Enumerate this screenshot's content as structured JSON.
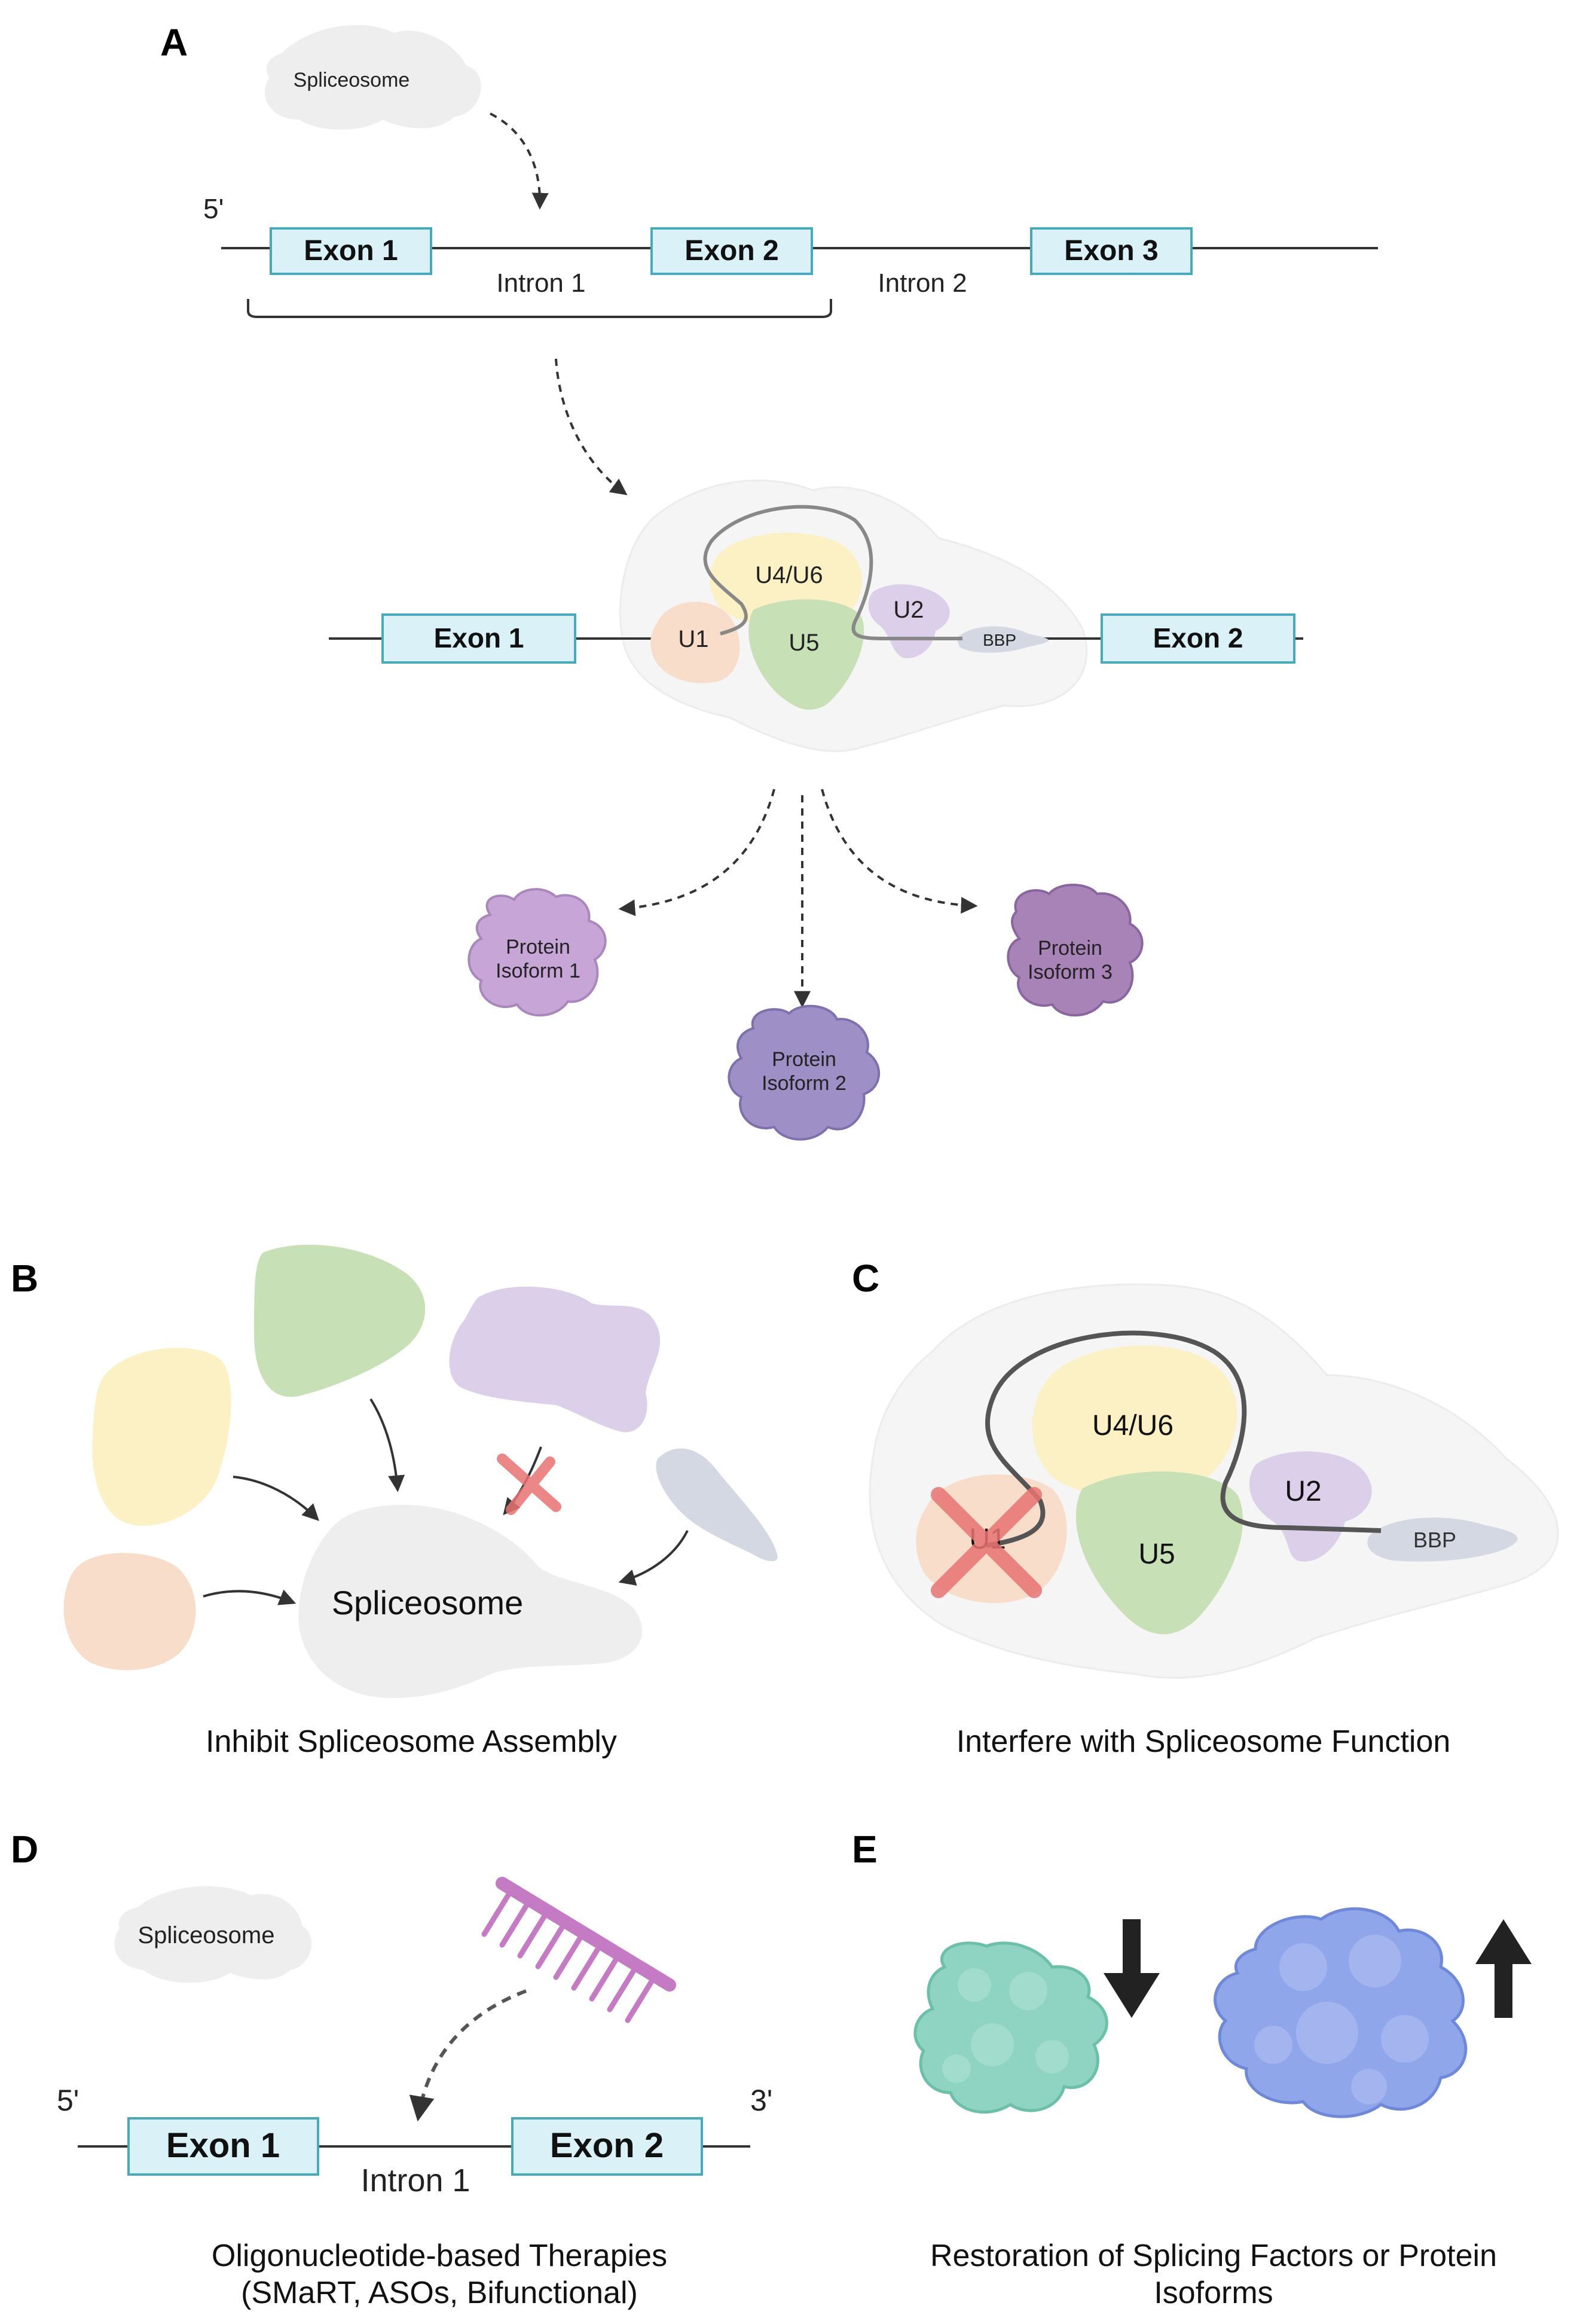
{
  "panels": {
    "a": {
      "letter": "A",
      "cloud_label": "Spliceosome",
      "five_prime": "5'",
      "exons": [
        "Exon 1",
        "Exon 2",
        "Exon 3"
      ],
      "introns": [
        "Intron 1",
        "Intron 2"
      ],
      "complex": {
        "exon_left": "Exon 1",
        "exon_right": "Exon 2",
        "snrnps": [
          "U4/U6",
          "U1",
          "U5",
          "U2",
          "BBP"
        ]
      },
      "isoforms": [
        {
          "line1": "Protein",
          "line2": "Isoform 1"
        },
        {
          "line1": "Protein",
          "line2": "Isoform 2"
        },
        {
          "line1": "Protein",
          "line2": "Isoform 3"
        }
      ]
    },
    "b": {
      "letter": "B",
      "spliceosome_label": "Spliceosome",
      "caption": "Inhibit Spliceosome Assembly"
    },
    "c": {
      "letter": "C",
      "snrnps": [
        "U4/U6",
        "U1",
        "U5",
        "U2",
        "BBP"
      ],
      "caption": "Interfere with Spliceosome Function"
    },
    "d": {
      "letter": "D",
      "cloud_label": "Spliceosome",
      "five_prime": "5'",
      "three_prime": "3'",
      "exons": [
        "Exon 1",
        "Exon 2"
      ],
      "intron": "Intron 1",
      "caption_line1": "Oligonucleotide-based Therapies",
      "caption_line2": "(SMaRT,  ASOs, Bifunctional)"
    },
    "e": {
      "letter": "E",
      "caption_line1": "Restoration of Splicing Factors or Protein",
      "caption_line2": "Isoforms"
    }
  },
  "colors": {
    "exon_fill": "#d9f1f7",
    "exon_stroke": "#4aa9b8",
    "cloud": "#eeeeee",
    "u1": "#f8ddcb",
    "u4u6": "#fbf1c4",
    "u5": "#c8e0b6",
    "u2": "#dccfe9",
    "bbp": "#d3d8e2",
    "isoform1": "#c7a6d7",
    "isoform2": "#9e8fc6",
    "isoform3": "#a883b8",
    "teal_protein": "#8fd4c2",
    "blue_protein": "#8fa6ea",
    "oligo": "#c57ac4",
    "cross": "#e87373"
  }
}
